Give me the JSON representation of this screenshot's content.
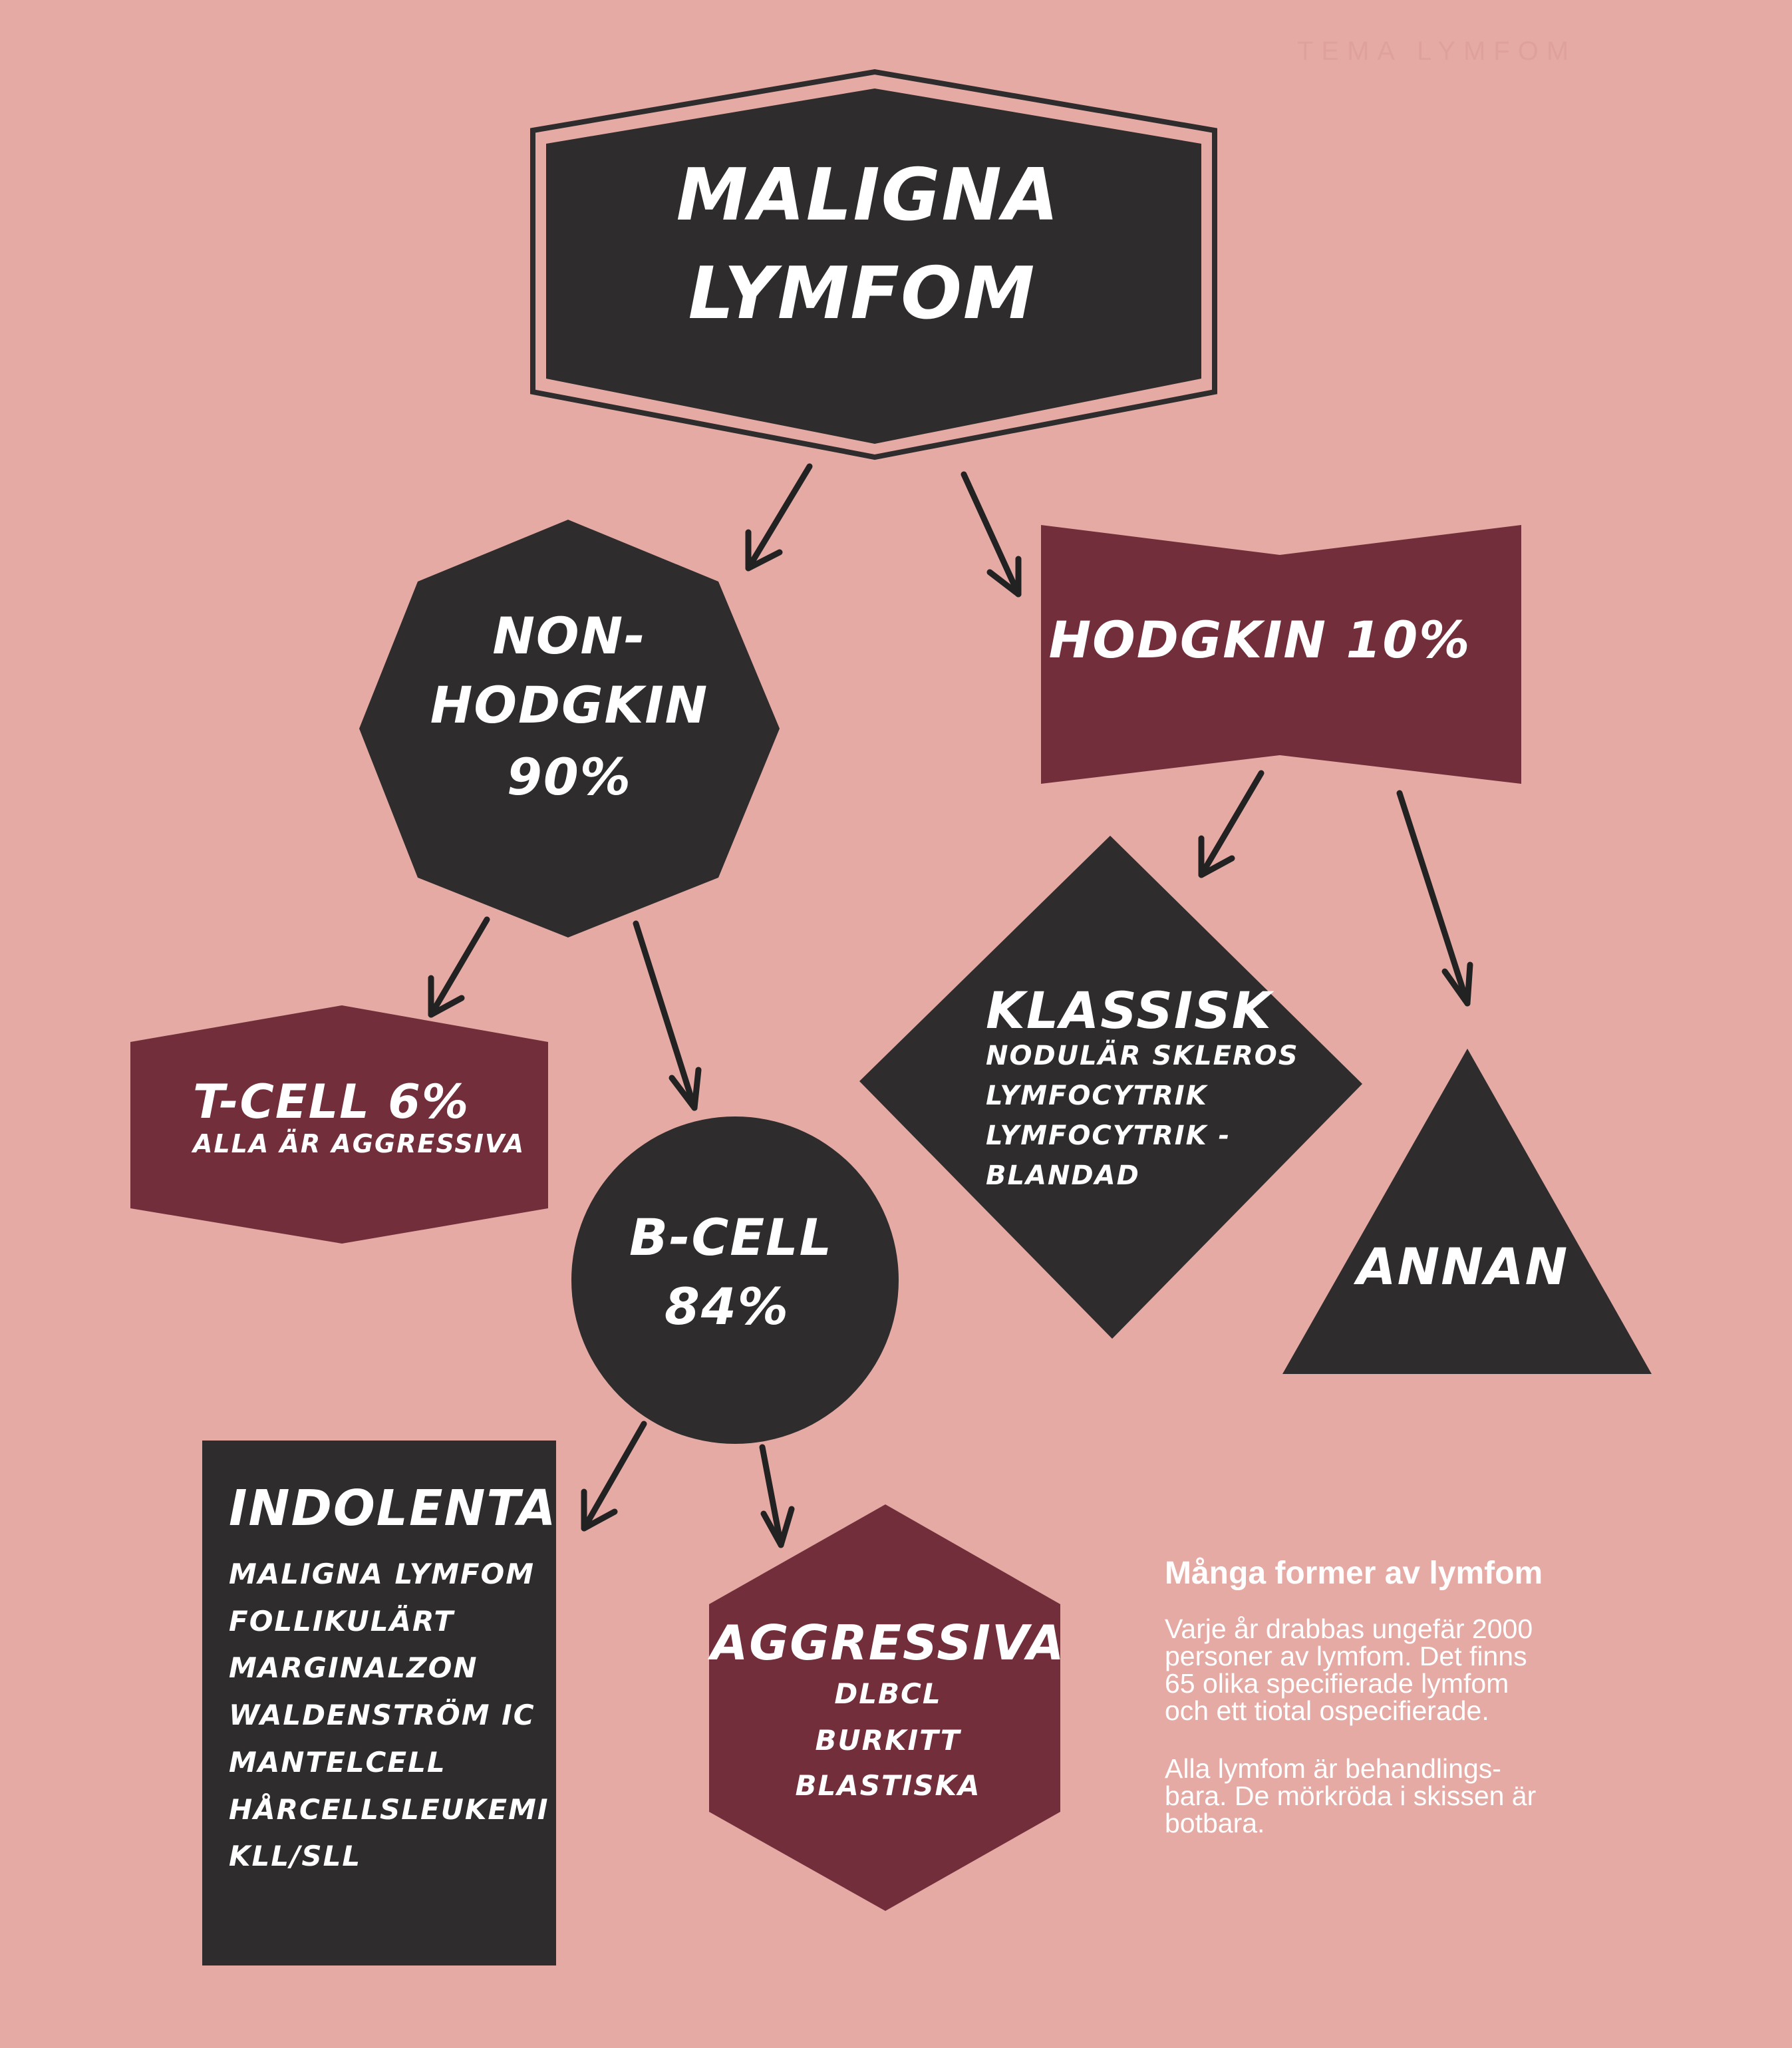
{
  "header": {
    "watermark": "TEMA LYMFOM"
  },
  "colors": {
    "background": "#e6aaa5",
    "dark": "#2e2c2c",
    "maroon": "#722f3b",
    "text": "#ffffff"
  },
  "root": {
    "lines": [
      "MALIGNA",
      "LYMFOM"
    ]
  },
  "non_hodgkin": {
    "lines": [
      "NON-",
      "HODGKIN",
      "90%"
    ]
  },
  "hodgkin": {
    "label": "HODGKIN 10%"
  },
  "t_cell": {
    "label": "T-CELL 6%",
    "sub": "ALLA ÄR AGGRESSIVA"
  },
  "b_cell": {
    "lines": [
      "B-CELL",
      "84%"
    ]
  },
  "klassisk": {
    "label": "KLASSISK",
    "items": [
      "NODULÄR SKLEROS",
      "LYMFOCYTRIK",
      "LYMFOCYTRIK -",
      "BLANDAD"
    ]
  },
  "annan": {
    "label": "ANNAN"
  },
  "indolenta": {
    "label": "INDOLENTA",
    "items": [
      "MALIGNA LYMFOM",
      "FOLLIKULÄRT",
      "MARGINALZON",
      "WALDENSTRÖM IC",
      "MANTELCELL",
      "HÅRCELLSLEUKEMI",
      "KLL/SLL"
    ]
  },
  "aggressiva": {
    "label": "AGGRESSIVA",
    "items": [
      "DLBCL",
      "BURKITT",
      "BLASTISKA"
    ]
  },
  "info": {
    "heading": "Många former av lymfom",
    "para1": [
      "Varje år drabbas ungefär 2000",
      "personer av lymfom. Det finns",
      "65 olika specifierade lymfom",
      "och ett tiotal ospecifierade."
    ],
    "para2": [
      "Alla lymfom är behandlings-",
      "bara. De mörkröda i skissen är",
      "botbara."
    ]
  }
}
